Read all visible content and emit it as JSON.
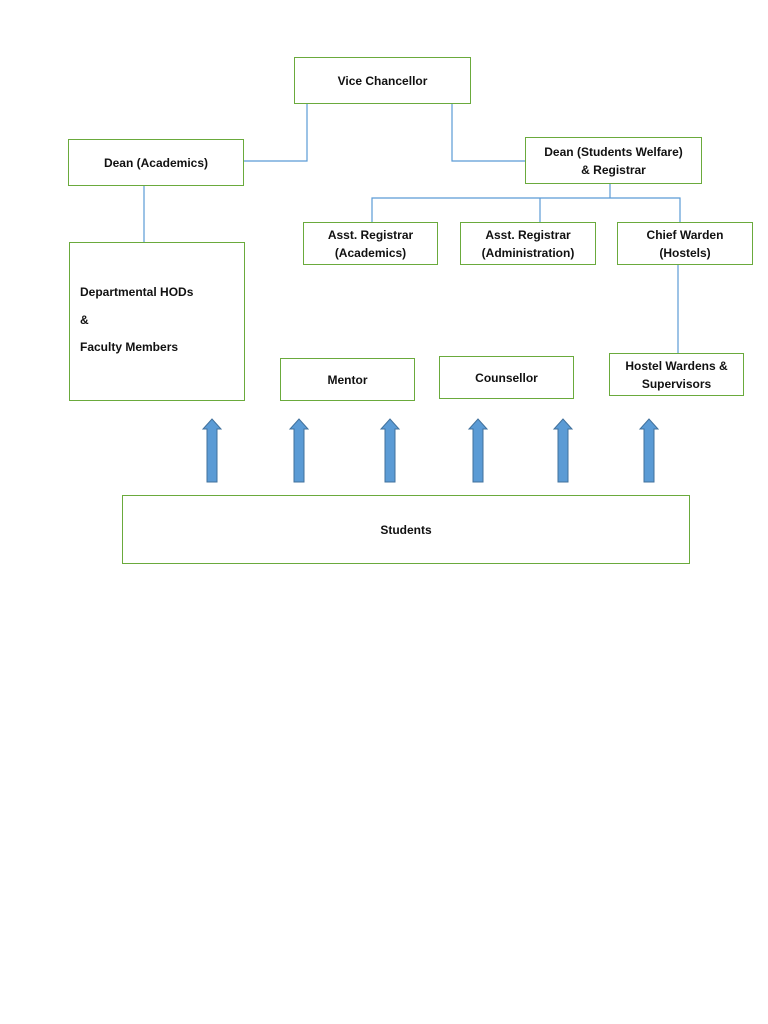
{
  "colors": {
    "box_border": "#6aaa3c",
    "connector": "#5b9bd5",
    "arrow_fill": "#5b9bd5",
    "arrow_stroke": "#41719c",
    "text": "#111111"
  },
  "nodes": {
    "vice_chancellor": "Vice Chancellor",
    "dean_academics": "Dean (Academics)",
    "dean_students_welfare": [
      "Dean (Students Welfare)",
      "& Registrar"
    ],
    "asst_registrar_academics": [
      "Asst. Registrar",
      "(Academics)"
    ],
    "asst_registrar_administration": [
      "Asst. Registrar",
      "(Administration)"
    ],
    "chief_warden": [
      "Chief Warden",
      "(Hostels)"
    ],
    "departmental_hods": [
      "Departmental HODs",
      "&",
      "Faculty Members"
    ],
    "mentor": "Mentor",
    "counsellor": "Counsellor",
    "hostel_wardens": [
      "Hostel Wardens &",
      "Supervisors"
    ],
    "students": "Students"
  },
  "arrows": {
    "count": 6,
    "direction": "up",
    "from": "students"
  }
}
